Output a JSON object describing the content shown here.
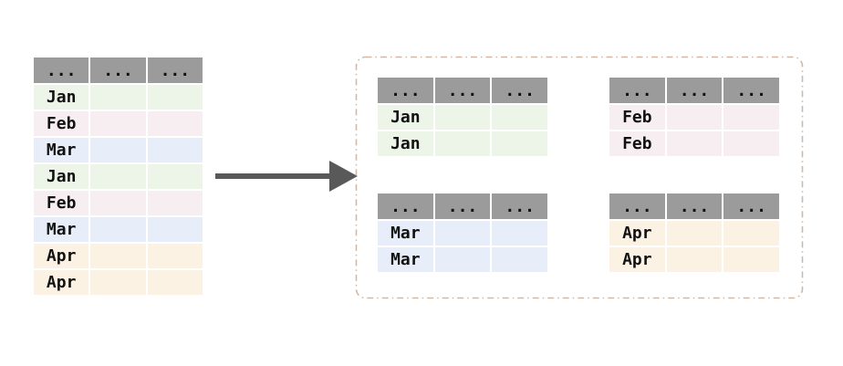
{
  "colors": {
    "header_bg": "#9b9b9b",
    "jan": "#edf5e9",
    "feb": "#f6eef1",
    "mar": "#e7eefa",
    "apr": "#fbf2e3",
    "text": "#111111",
    "arrow": "#595959",
    "group_box_border": "#d2b8a4"
  },
  "source_table": {
    "headers": [
      "...",
      "...",
      "..."
    ],
    "rows": [
      {
        "label": "Jan",
        "group": "jan"
      },
      {
        "label": "Feb",
        "group": "feb"
      },
      {
        "label": "Mar",
        "group": "mar"
      },
      {
        "label": "Jan",
        "group": "jan"
      },
      {
        "label": "Feb",
        "group": "feb"
      },
      {
        "label": "Mar",
        "group": "mar"
      },
      {
        "label": "Apr",
        "group": "apr"
      },
      {
        "label": "Apr",
        "group": "apr"
      }
    ]
  },
  "groups": [
    {
      "id": "jan",
      "headers": [
        "...",
        "...",
        "..."
      ],
      "rows": [
        "Jan",
        "Jan"
      ]
    },
    {
      "id": "feb",
      "headers": [
        "...",
        "...",
        "..."
      ],
      "rows": [
        "Feb",
        "Feb"
      ]
    },
    {
      "id": "mar",
      "headers": [
        "...",
        "...",
        "..."
      ],
      "rows": [
        "Mar",
        "Mar"
      ]
    },
    {
      "id": "apr",
      "headers": [
        "...",
        "...",
        "..."
      ],
      "rows": [
        "Apr",
        "Apr"
      ]
    }
  ]
}
